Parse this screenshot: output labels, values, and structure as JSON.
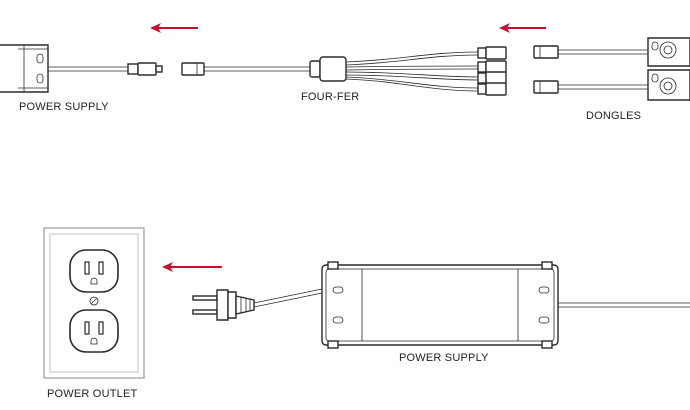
{
  "labels": {
    "power_supply_top": "POWER SUPPLY",
    "four_fer": "FOUR-FER",
    "dongles": "DONGLES",
    "power_supply_bottom": "POWER SUPPLY",
    "power_outlet": "POWER OUTLET"
  },
  "colors": {
    "arrow": "#c8102e",
    "line": "#2a2a2a",
    "outlet_plate": "#e8e8e8"
  },
  "icons": [
    "arrow-left-icon",
    "plug-icon",
    "outlet-icon",
    "connector-icon",
    "dongle-icon"
  ]
}
